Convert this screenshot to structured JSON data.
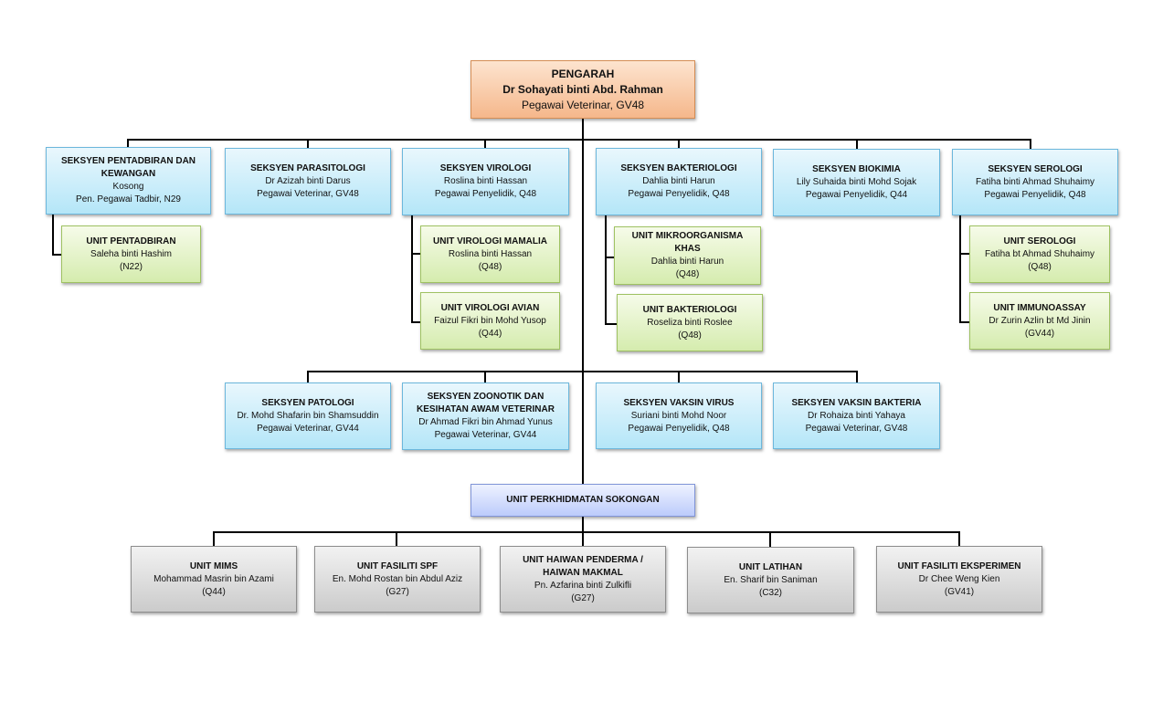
{
  "director": {
    "title": "PENGARAH",
    "name": "Dr Sohayati binti Abd. Rahman",
    "position": "Pegawai Veterinar, GV48"
  },
  "sections_row1": [
    {
      "title": "SEKSYEN PENTADBIRAN DAN KEWANGAN",
      "name": "Kosong",
      "position": "Pen. Pegawai Tadbir, N29"
    },
    {
      "title": "SEKSYEN PARASITOLOGI",
      "name": "Dr Azizah binti Darus",
      "position": "Pegawai Veterinar, GV48"
    },
    {
      "title": "SEKSYEN VIROLOGI",
      "name": "Roslina binti Hassan",
      "position": "Pegawai Penyelidik, Q48"
    },
    {
      "title": "SEKSYEN BAKTERIOLOGI",
      "name": "Dahlia binti Harun",
      "position": "Pegawai Penyelidik, Q48"
    },
    {
      "title": "SEKSYEN BIOKIMIA",
      "name": "Lily Suhaida binti Mohd Sojak",
      "position": "Pegawai Penyelidik, Q44"
    },
    {
      "title": "SEKSYEN SEROLOGI",
      "name": "Fatiha binti Ahmad Shuhaimy",
      "position": "Pegawai Penyelidik, Q48"
    }
  ],
  "units_row1": [
    {
      "title": "UNIT PENTADBIRAN",
      "name": "Saleha binti Hashim",
      "position": "(N22)"
    },
    {
      "title": "UNIT VIROLOGI MAMALIA",
      "name": "Roslina binti Hassan",
      "position": "(Q48)"
    },
    {
      "title": "UNIT VIROLOGI AVIAN",
      "name": "Faizul Fikri bin Mohd Yusop",
      "position": "(Q44)"
    },
    {
      "title": "UNIT MIKROORGANISMA KHAS",
      "name": "Dahlia binti Harun",
      "position": "(Q48)"
    },
    {
      "title": "UNIT BAKTERIOLOGI",
      "name": "Roseliza binti Roslee",
      "position": "(Q48)"
    },
    {
      "title": "UNIT SEROLOGI",
      "name": "Fatiha bt Ahmad Shuhaimy",
      "position": "(Q48)"
    },
    {
      "title": "UNIT IMMUNOASSAY",
      "name": "Dr Zurin Azlin bt Md Jinin",
      "position": "(GV44)"
    }
  ],
  "sections_row2": [
    {
      "title": "SEKSYEN PATOLOGI",
      "name": "Dr. Mohd Shafarin bin Shamsuddin",
      "position": "Pegawai Veterinar, GV44"
    },
    {
      "title": "SEKSYEN ZOONOTIK DAN KESIHATAN AWAM VETERINAR",
      "name": "Dr Ahmad Fikri bin Ahmad Yunus",
      "position": "Pegawai Veterinar, GV44"
    },
    {
      "title": "SEKSYEN VAKSIN VIRUS",
      "name": "Suriani binti Mohd Noor",
      "position": "Pegawai Penyelidik, Q48"
    },
    {
      "title": "SEKSYEN VAKSIN BAKTERIA",
      "name": "Dr Rohaiza binti Yahaya",
      "position": "Pegawai Veterinar, GV48"
    }
  ],
  "support": {
    "title": "UNIT PERKHIDMATAN SOKONGAN"
  },
  "support_units": [
    {
      "title": "UNIT MIMS",
      "name": "Mohammad Masrin bin Azami",
      "position": "(Q44)"
    },
    {
      "title": "UNIT FASILITI SPF",
      "name": "En. Mohd Rostan bin Abdul Aziz",
      "position": "(G27)"
    },
    {
      "title": "UNIT HAIWAN PENDERMA / HAIWAN MAKMAL",
      "name": "Pn. Azfarina binti Zulkifli",
      "position": "(G27)"
    },
    {
      "title": "UNIT LATIHAN",
      "name": "En. Sharif bin Saniman",
      "position": "(C32)"
    },
    {
      "title": "UNIT FASILITI EKSPERIMEN",
      "name": "Dr Chee Weng Kien",
      "position": "(GV41)"
    }
  ]
}
